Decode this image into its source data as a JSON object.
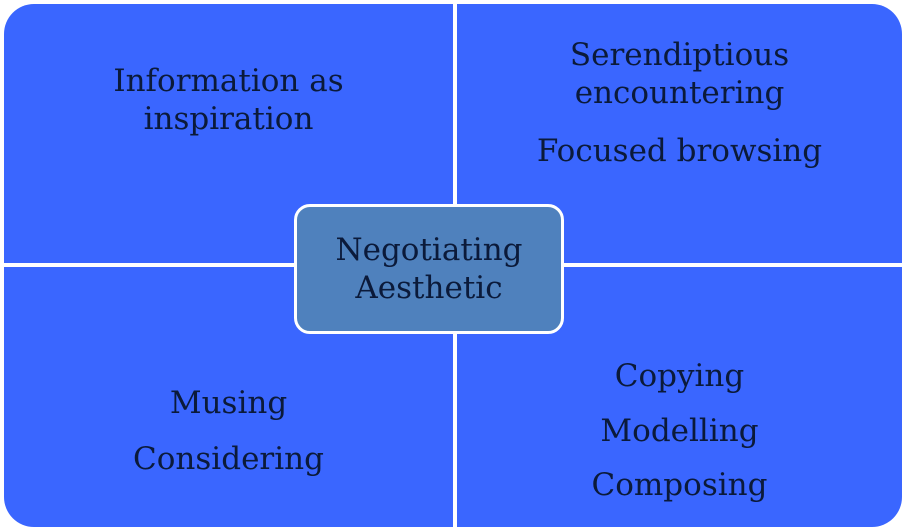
{
  "diagram": {
    "top_left": {
      "lines": [
        "Information as",
        "inspiration"
      ]
    },
    "top_right": {
      "items": [
        {
          "lines": [
            "Serendiptious",
            "encountering"
          ]
        },
        {
          "lines": [
            "Focused browsing"
          ]
        }
      ]
    },
    "bottom_left": {
      "items": [
        "Musing",
        "Considering"
      ]
    },
    "bottom_right": {
      "items": [
        "Copying",
        "Modelling",
        "Composing"
      ]
    },
    "center": {
      "lines": [
        "Negotiating",
        "Aesthetic"
      ]
    },
    "colors": {
      "quadrant_fill": "#3a66ff",
      "center_fill": "#4f81bd",
      "divider": "#ffffff",
      "text": "#0b1a3a"
    }
  }
}
